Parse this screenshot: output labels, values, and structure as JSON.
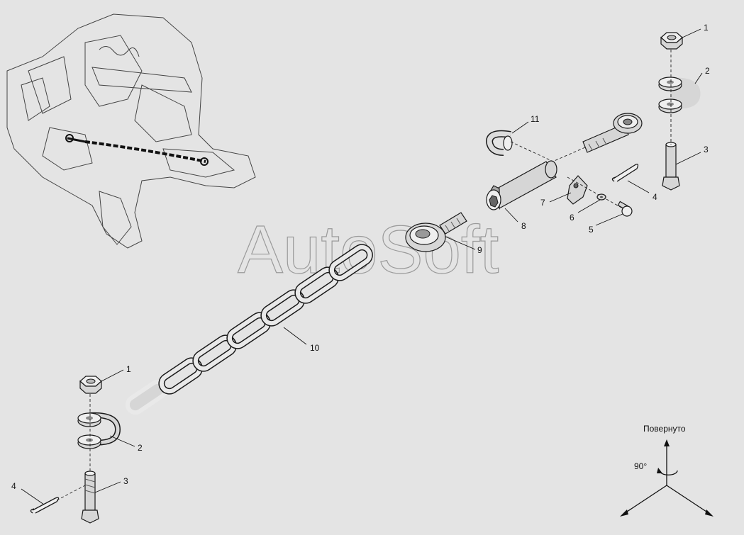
{
  "watermark": "AutoSoft",
  "rotation": {
    "label": "Повернуто",
    "angle": "90°"
  },
  "callouts": {
    "nut_top": "1",
    "shackle_top": "2",
    "bolt_top": "3",
    "pin_top": "4",
    "screw": "5",
    "washer": "6",
    "bracket": "7",
    "tube": "8",
    "eye_bolt": "9",
    "chain": "10",
    "hook": "11",
    "nut_bottom": "1",
    "shackle_bottom": "2",
    "bolt_bottom": "3",
    "pin_bottom": "4"
  }
}
